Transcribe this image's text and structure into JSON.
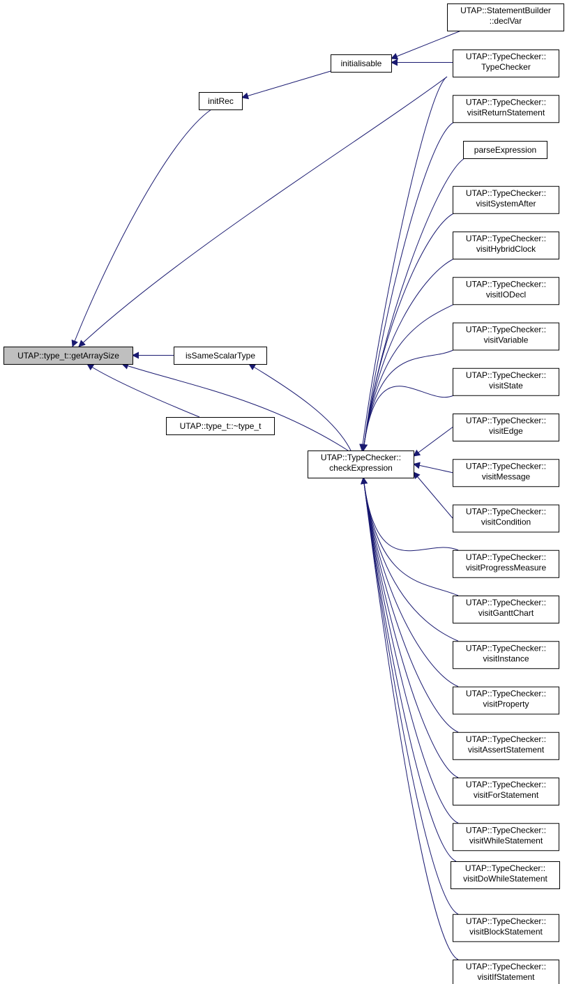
{
  "colors": {
    "edge": "#191970",
    "root_fill": "#bfbfbf",
    "node_fill": "#ffffff",
    "node_border": "#000000"
  },
  "nodes": {
    "root": {
      "lines": [
        "UTAP::type_t::getArraySize"
      ]
    },
    "initRec": {
      "lines": [
        "initRec"
      ]
    },
    "initialisable": {
      "lines": [
        "initialisable"
      ]
    },
    "declVar": {
      "lines": [
        "UTAP::StatementBuilder",
        "::declVar"
      ]
    },
    "tcTypeChecker": {
      "lines": [
        "UTAP::TypeChecker::",
        "TypeChecker"
      ]
    },
    "tcReturn": {
      "lines": [
        "UTAP::TypeChecker::",
        "visitReturnStatement"
      ]
    },
    "parseExpression": {
      "lines": [
        "parseExpression"
      ]
    },
    "tcSystemAfter": {
      "lines": [
        "UTAP::TypeChecker::",
        "visitSystemAfter"
      ]
    },
    "tcHybridClock": {
      "lines": [
        "UTAP::TypeChecker::",
        "visitHybridClock"
      ]
    },
    "tcIODecl": {
      "lines": [
        "UTAP::TypeChecker::",
        "visitIODecl"
      ]
    },
    "tcVariable": {
      "lines": [
        "UTAP::TypeChecker::",
        "visitVariable"
      ]
    },
    "tcState": {
      "lines": [
        "UTAP::TypeChecker::",
        "visitState"
      ]
    },
    "tcEdge": {
      "lines": [
        "UTAP::TypeChecker::",
        "visitEdge"
      ]
    },
    "tcMessage": {
      "lines": [
        "UTAP::TypeChecker::",
        "visitMessage"
      ]
    },
    "tcCondition": {
      "lines": [
        "UTAP::TypeChecker::",
        "visitCondition"
      ]
    },
    "tcProgress": {
      "lines": [
        "UTAP::TypeChecker::",
        "visitProgressMeasure"
      ]
    },
    "tcGantt": {
      "lines": [
        "UTAP::TypeChecker::",
        "visitGanttChart"
      ]
    },
    "tcInstance": {
      "lines": [
        "UTAP::TypeChecker::",
        "visitInstance"
      ]
    },
    "tcProperty": {
      "lines": [
        "UTAP::TypeChecker::",
        "visitProperty"
      ]
    },
    "tcAssert": {
      "lines": [
        "UTAP::TypeChecker::",
        "visitAssertStatement"
      ]
    },
    "tcFor": {
      "lines": [
        "UTAP::TypeChecker::",
        "visitForStatement"
      ]
    },
    "tcWhile": {
      "lines": [
        "UTAP::TypeChecker::",
        "visitWhileStatement"
      ]
    },
    "tcDoWhile": {
      "lines": [
        "UTAP::TypeChecker::",
        "visitDoWhileStatement"
      ]
    },
    "tcBlock": {
      "lines": [
        "UTAP::TypeChecker::",
        "visitBlockStatement"
      ]
    },
    "tcIf": {
      "lines": [
        "UTAP::TypeChecker::",
        "visitIfStatement"
      ]
    },
    "isSameScalarType": {
      "lines": [
        "isSameScalarType"
      ]
    },
    "dtor": {
      "lines": [
        "UTAP::type_t::~type_t"
      ]
    },
    "checkExpression": {
      "lines": [
        "UTAP::TypeChecker::",
        "checkExpression"
      ]
    }
  },
  "edges": [
    [
      "initRec",
      "root"
    ],
    [
      "tcTypeChecker",
      "root"
    ],
    [
      "isSameScalarType",
      "root"
    ],
    [
      "dtor",
      "root"
    ],
    [
      "checkExpression",
      "root"
    ],
    [
      "initialisable",
      "initRec"
    ],
    [
      "declVar",
      "initialisable"
    ],
    [
      "tcTypeChecker",
      "initialisable"
    ],
    [
      "checkExpression",
      "isSameScalarType"
    ],
    [
      "tcTypeChecker",
      "checkExpression"
    ],
    [
      "tcReturn",
      "checkExpression"
    ],
    [
      "parseExpression",
      "checkExpression"
    ],
    [
      "tcSystemAfter",
      "checkExpression"
    ],
    [
      "tcHybridClock",
      "checkExpression"
    ],
    [
      "tcIODecl",
      "checkExpression"
    ],
    [
      "tcVariable",
      "checkExpression"
    ],
    [
      "tcState",
      "checkExpression"
    ],
    [
      "tcEdge",
      "checkExpression"
    ],
    [
      "tcMessage",
      "checkExpression"
    ],
    [
      "tcCondition",
      "checkExpression"
    ],
    [
      "tcProgress",
      "checkExpression"
    ],
    [
      "tcGantt",
      "checkExpression"
    ],
    [
      "tcInstance",
      "checkExpression"
    ],
    [
      "tcProperty",
      "checkExpression"
    ],
    [
      "tcAssert",
      "checkExpression"
    ],
    [
      "tcFor",
      "checkExpression"
    ],
    [
      "tcWhile",
      "checkExpression"
    ],
    [
      "tcDoWhile",
      "checkExpression"
    ],
    [
      "tcBlock",
      "checkExpression"
    ],
    [
      "tcIf",
      "checkExpression"
    ]
  ]
}
